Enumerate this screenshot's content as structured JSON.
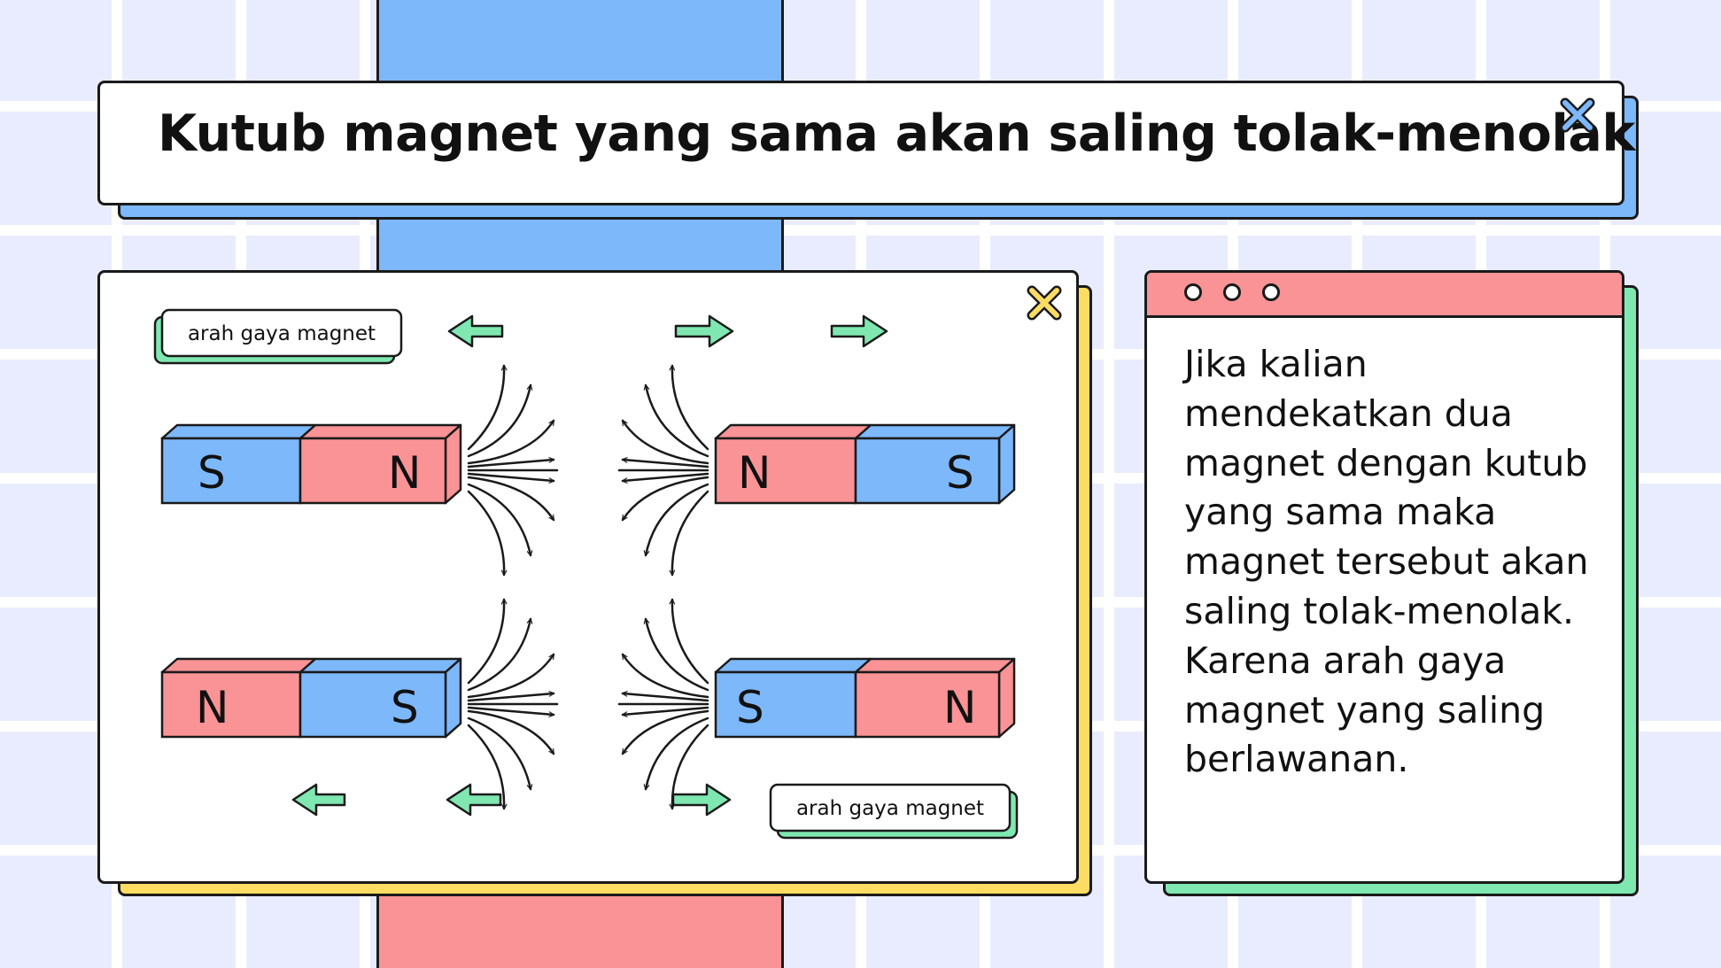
{
  "title": "Kutub magnet yang sama akan saling tolak-menolak",
  "icons": {
    "title_close": "close-icon",
    "diagram_close": "close-icon",
    "window_dots": "window-dots-icon"
  },
  "colors": {
    "blue": "#7db8fb",
    "red": "#f99396",
    "yellow": "#fcdc62",
    "green": "#7fe8b1",
    "background": "#e9ecfe"
  },
  "diagram": {
    "label_top": "arah gaya magnet",
    "label_bottom": "arah gaya magnet",
    "row1": {
      "left_magnet": [
        "S",
        "N"
      ],
      "right_magnet": [
        "N",
        "S"
      ]
    },
    "row2": {
      "left_magnet": [
        "N",
        "S"
      ],
      "right_magnet": [
        "S",
        "N"
      ]
    }
  },
  "info": {
    "text": "Jika kalian mendekatkan dua magnet dengan kutub yang sama maka magnet tersebut akan saling tolak-menolak. Karena arah gaya magnet yang saling berlawanan."
  }
}
